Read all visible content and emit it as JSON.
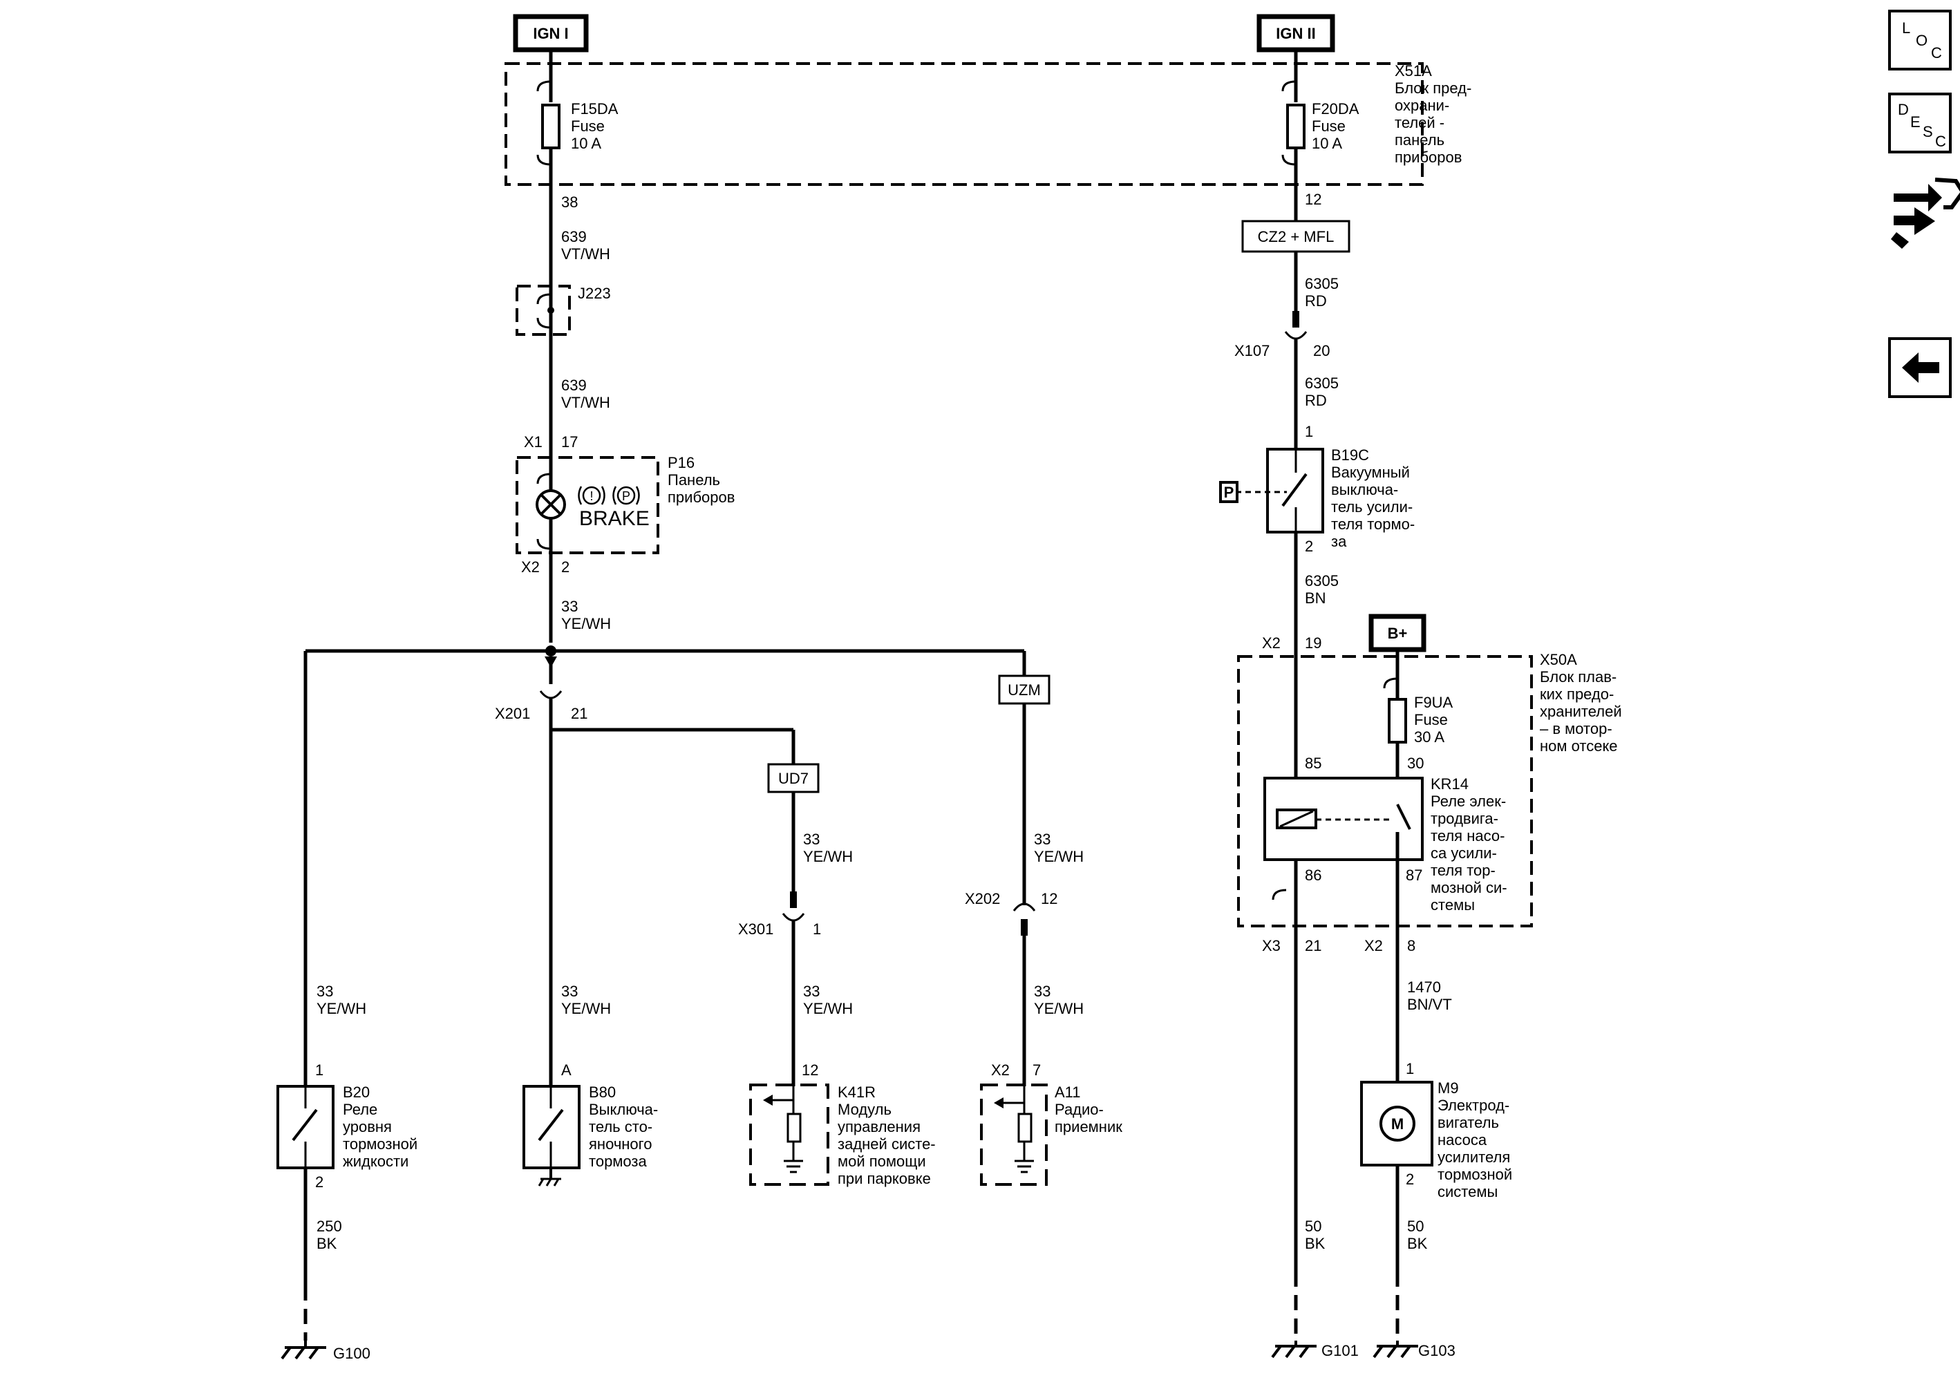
{
  "power": {
    "ign1": "IGN I",
    "ign2": "IGN II",
    "bplus": "B+"
  },
  "x51a": {
    "id": "X51A",
    "desc": [
      "Блок пред-",
      "охрани-",
      "телей -",
      "панель",
      "приборов"
    ]
  },
  "f15da": {
    "id": "F15DA",
    "type": "Fuse",
    "rating": "10 A"
  },
  "f20da": {
    "id": "F20DA",
    "type": "Fuse",
    "rating": "10 A"
  },
  "left_chain": {
    "pin38": "38",
    "wire1_num": "639",
    "wire1_col": "VT/WH",
    "j223": "J223",
    "wire2_num": "639",
    "wire2_col": "VT/WH",
    "x1": "X1",
    "pin17": "17",
    "x2": "X2",
    "pin2": "2",
    "wire3_num": "33",
    "wire3_col": "YE/WH"
  },
  "p16": {
    "id": "P16",
    "desc": [
      "Панель",
      "приборов"
    ],
    "brake": "BRAKE"
  },
  "right_chain": {
    "pin12": "12",
    "cz2": "CZ2 + MFL",
    "wire1_num": "6305",
    "wire1_col": "RD",
    "x107": "X107",
    "pin20": "20",
    "wire2_num": "6305",
    "wire2_col": "RD",
    "pin1": "1",
    "pin2": "2",
    "wire3_num": "6305",
    "wire3_col": "BN",
    "x2": "X2",
    "pin19": "19"
  },
  "b19c": {
    "id": "B19C",
    "desc": [
      "Вакуумный",
      "выключа-",
      "тель усили-",
      "теля тормо-",
      "за"
    ],
    "p": "P"
  },
  "x50a": {
    "id": "X50A",
    "desc": [
      "Блок плав-",
      "ких предо-",
      "хранителей",
      "– в мотор-",
      "ном отсеке"
    ]
  },
  "f9ua": {
    "id": "F9UA",
    "type": "Fuse",
    "rating": "30 A",
    "pin30": "30"
  },
  "kr14": {
    "id": "KR14",
    "desc": [
      "Реле элек-",
      "тродвига-",
      "теля насо-",
      "са усили-",
      "теля тор-",
      "мозной си-",
      "стемы"
    ],
    "pin85": "85",
    "pin86": "86",
    "pin87": "87"
  },
  "kr_out": {
    "x3": "X3",
    "pin21": "21",
    "x2": "X2",
    "pin8": "8",
    "wire_num": "1470",
    "wire_col": "BN/VT"
  },
  "m9": {
    "id": "M9",
    "symbol": "M",
    "pin1": "1",
    "pin2": "2",
    "desc": [
      "Электрод-",
      "вигатель",
      "насоса",
      "усилителя",
      "тормозной",
      "системы"
    ]
  },
  "grounds_right": {
    "w1_num": "50",
    "w1_col": "BK",
    "w2_num": "50",
    "w2_col": "BK",
    "g101": "G101",
    "g103": "G103"
  },
  "bus": {
    "x201": "X201",
    "pin21": "21",
    "ud7": "UD7",
    "uzm": "UZM",
    "x301": "X301",
    "x301_pin": "1",
    "x202": "X202",
    "x202_pin": "12"
  },
  "wires_33": [
    {
      "num": "33",
      "col": "YE/WH"
    },
    {
      "num": "33",
      "col": "YE/WH"
    },
    {
      "num": "33",
      "col": "YE/WH"
    },
    {
      "num": "33",
      "col": "YE/WH"
    },
    {
      "num": "33",
      "col": "YE/WH"
    },
    {
      "num": "33",
      "col": "YE/WH"
    }
  ],
  "b20": {
    "id": "B20",
    "pin1": "1",
    "pin2": "2",
    "desc": [
      "Реле",
      "уровня",
      "тормозной",
      "жидкости"
    ],
    "wire_num": "250",
    "wire_col": "BK",
    "ground": "G100"
  },
  "b80": {
    "id": "B80",
    "pin": "A",
    "desc": [
      "Выключа-",
      "тель сто-",
      "яночного",
      "тормоза"
    ]
  },
  "k41r": {
    "id": "K41R",
    "pin": "12",
    "desc": [
      "Модуль",
      "управления",
      "задней систе-",
      "мой помощи",
      "при парковке"
    ]
  },
  "a11": {
    "id": "A11",
    "conn": "X2",
    "pin": "7",
    "desc": [
      "Радио-",
      "приемник"
    ]
  },
  "nav": {
    "loc": {
      "l": "L",
      "o": "O",
      "c": "C"
    },
    "desc": {
      "d": "D",
      "e": "E",
      "s": "S",
      "c": "C"
    }
  }
}
